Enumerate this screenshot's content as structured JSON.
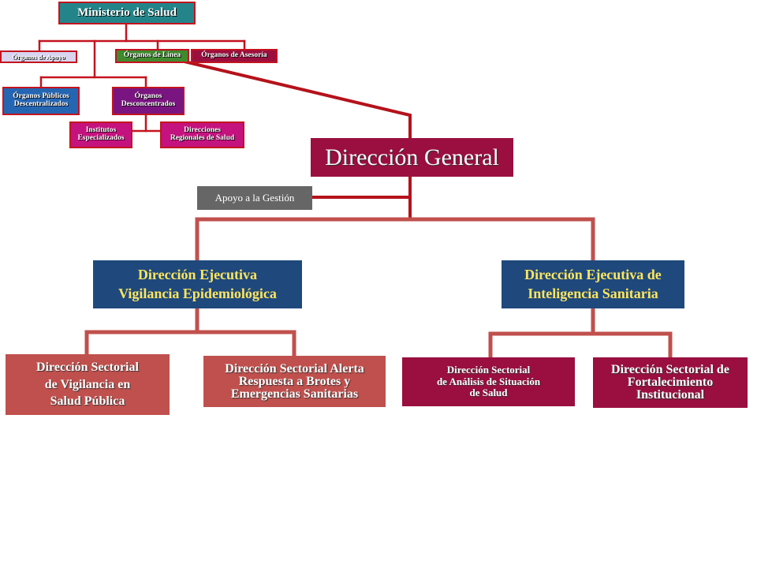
{
  "colors": {
    "connector": "#b5121b",
    "maroon": "#9a0f3f",
    "navy": "#1f497d",
    "coral": "#c0504d",
    "gray": "#666666",
    "teal": "#23858a",
    "green": "#3f8a2e",
    "blue": "#2566b3",
    "purple": "#7a1480",
    "magenta": "#c4127e",
    "lavender": "#d9d4ef"
  },
  "mini": {
    "ministerio": "Ministerio de Salud",
    "apoyo": "Órganos de Apoyo",
    "linea": "Órganos de Línea",
    "asesoria": "Órganos de Asesoría",
    "opd_line1": "Órganos Públicos",
    "opd_line2": "Descentralizados",
    "desc_line1": "Órganos",
    "desc_line2": "Desconcentrados",
    "inst_line1": "Institutos",
    "inst_line2": "Especializados",
    "dir_line1": "Direcciones",
    "dir_line2": "Regionales de Salud"
  },
  "main": {
    "direccion_general": "Dirección General",
    "apoyo_gestion": "Apoyo a la Gestión",
    "ejecutiva_vigilancia": {
      "line1": "Dirección Ejecutiva",
      "line2": "Vigilancia Epidemiológica"
    },
    "ejecutiva_inteligencia": {
      "line1": "Dirección Ejecutiva de",
      "line2": "Inteligencia Sanitaria"
    },
    "sectorial_vigilancia": {
      "line1": "Dirección Sectorial",
      "line2": "de Vigilancia en",
      "line3": "Salud Pública"
    },
    "sectorial_alerta": {
      "line1": "Dirección Sectorial Alerta",
      "line2": "Respuesta a Brotes y",
      "line3": "Emergencias Sanitarias"
    },
    "sectorial_analisis": {
      "line1": "Dirección Sectorial",
      "line2": "de Análisis de Situación",
      "line3": "de Salud"
    },
    "sectorial_fortalecimiento": {
      "line1": "Dirección Sectorial de",
      "line2": "Fortalecimiento",
      "line3": "Institucional"
    }
  }
}
